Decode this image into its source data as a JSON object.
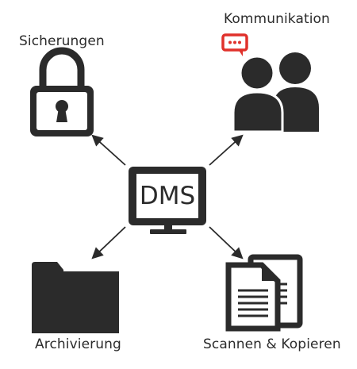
{
  "labels": {
    "top_left": "Sicherungen",
    "top_right": "Kommunikation",
    "bottom_left": "Archivierung",
    "bottom_right": "Scannen & Kopieren",
    "center": "DMS"
  },
  "icons": {
    "top_left": "padlock-icon",
    "top_right": "people-chat-icon",
    "bottom_left": "folder-icon",
    "bottom_right": "documents-icon",
    "center": "monitor-icon"
  },
  "colors": {
    "icon": "#2b2b2b",
    "accent": "#e0312b",
    "text": "#2b2b2b"
  }
}
